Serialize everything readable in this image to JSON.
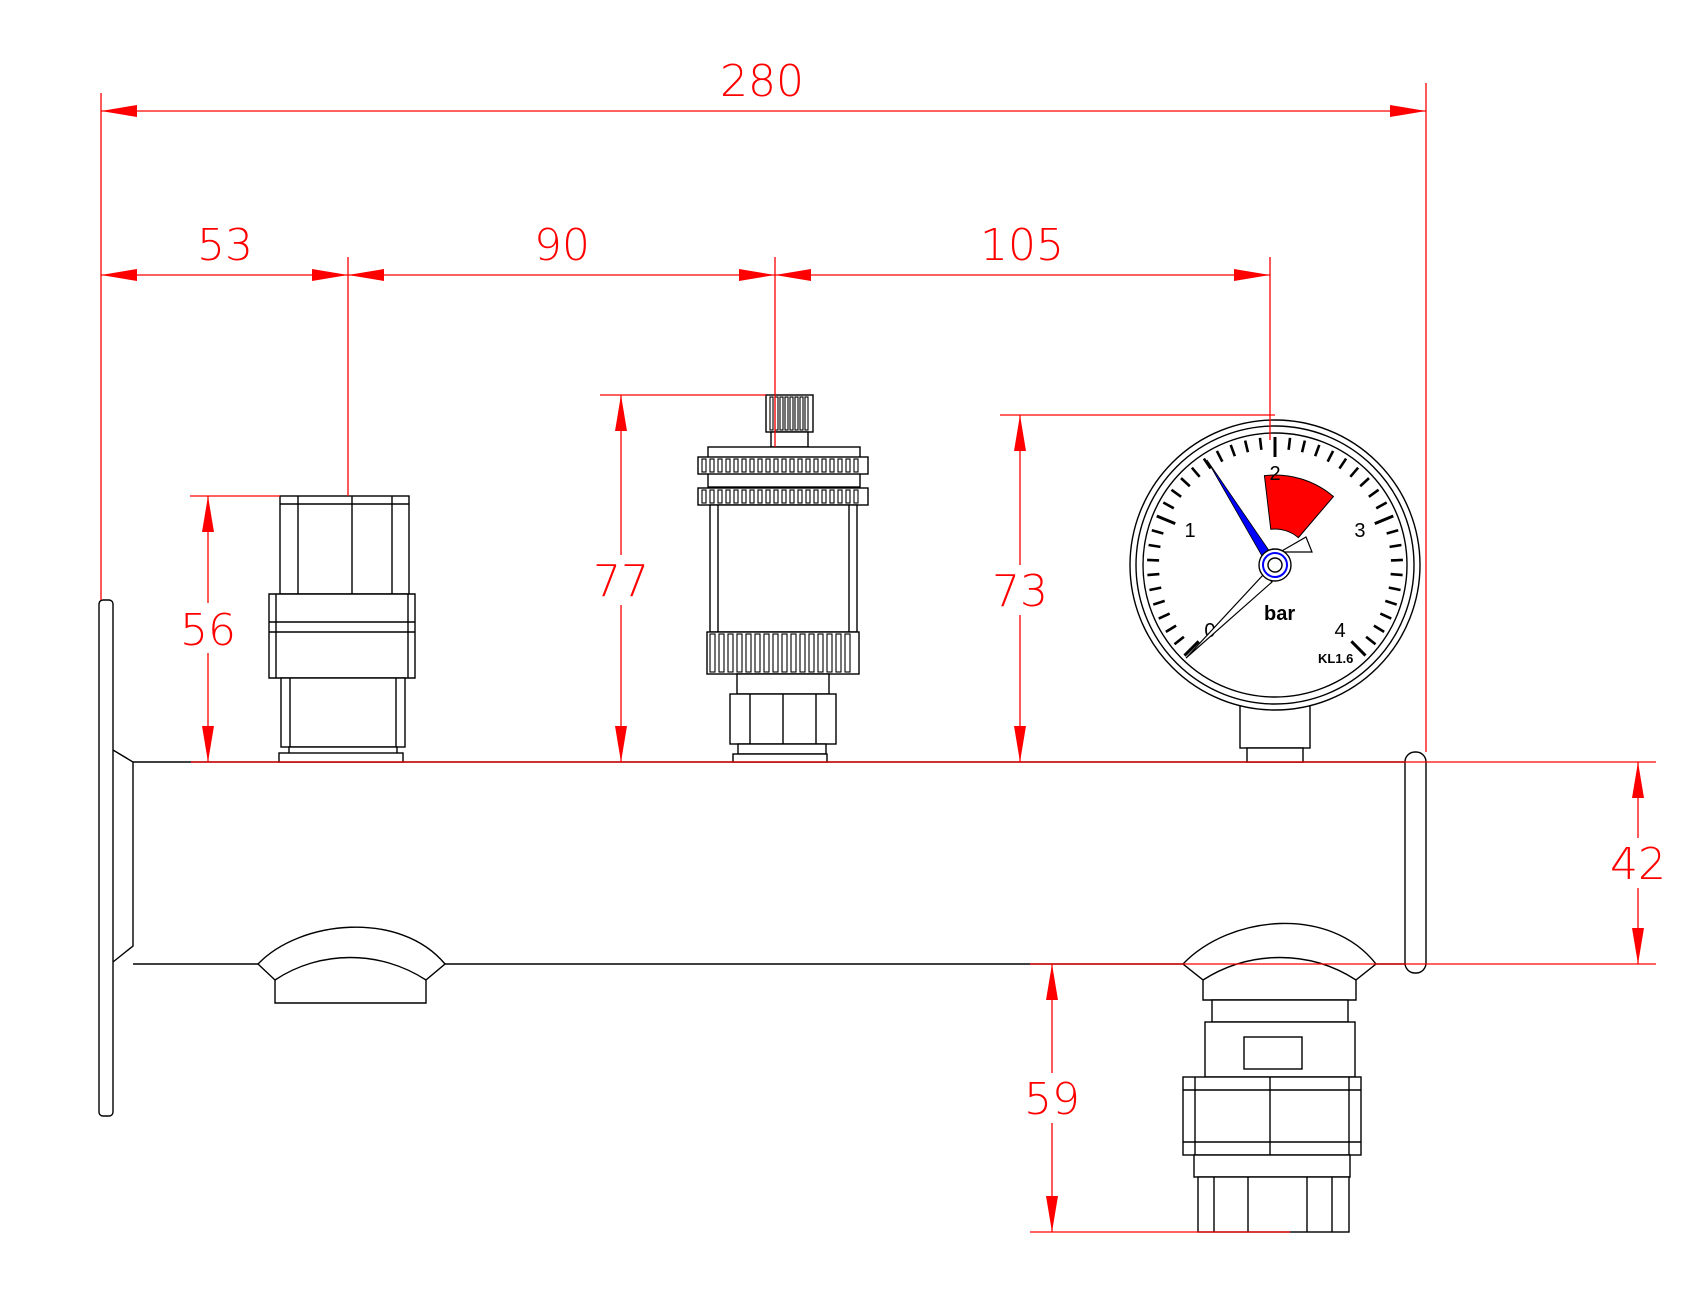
{
  "dimensions": {
    "overall_length": "280",
    "inlet_to_fitting": "53",
    "fitting_to_air_vent": "90",
    "air_vent_to_gauge": "105",
    "fitting_height": "56",
    "air_vent_height": "77",
    "gauge_height": "73",
    "pipe_diameter": "42",
    "bottom_outlet_depth": "59"
  },
  "gauge": {
    "scale_labels": [
      "0",
      "1",
      "2",
      "3",
      "4"
    ],
    "unit": "bar",
    "accuracy_class": "KL1.6"
  },
  "colors": {
    "dimension_lines": "#ff0000",
    "outline": "#000000",
    "gauge_red_zone": "#ff0000",
    "gauge_max_needle": "#0000ff"
  }
}
